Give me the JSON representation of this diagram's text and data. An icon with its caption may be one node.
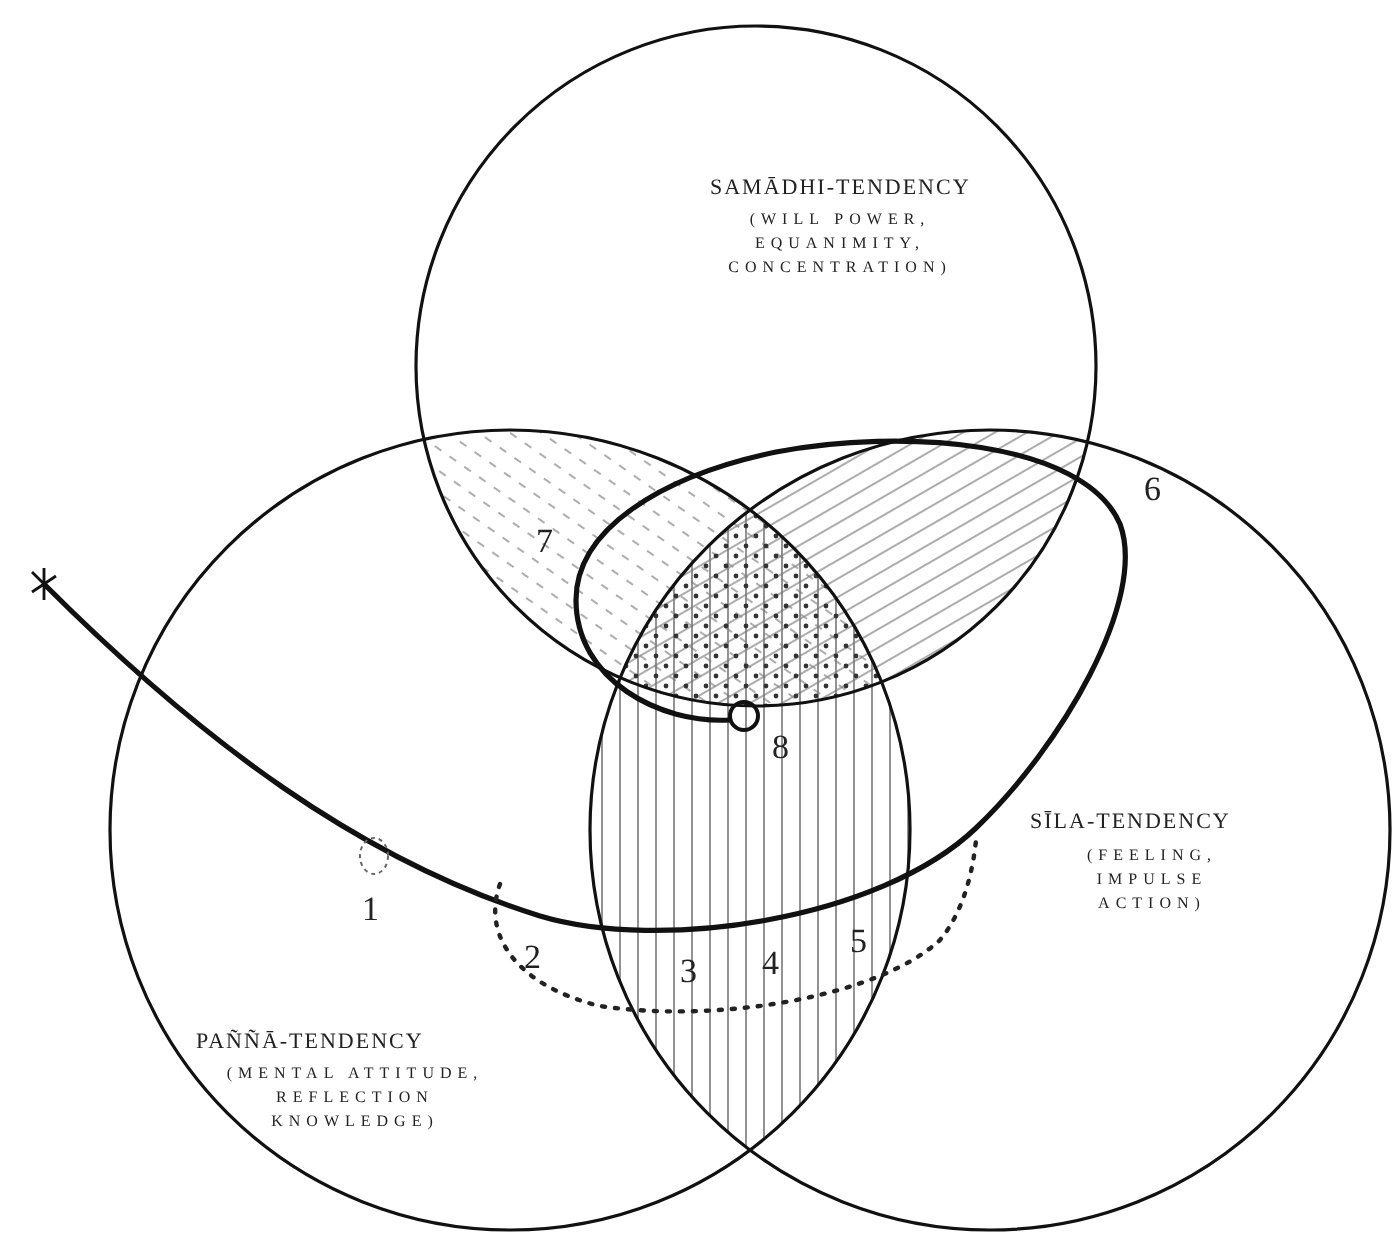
{
  "diagram": {
    "nodes": [
      {
        "text": [
          "SAMĀDHI-TENDENCY",
          "(WILL POWER, EQUANIMITY, CONCENTRATION)"
        ]
      },
      {
        "text": [
          "SĪLA-TENDENCY",
          "(FEELING, IMPULSE ACTION)"
        ]
      },
      {
        "text": [
          "PAÑÑĀ-TENDENCY",
          "(MENTAL ATTITUDE, REFLECTION KNOWLEDGE)"
        ]
      }
    ],
    "edges": [],
    "labels": [
      "7",
      "6",
      "8",
      "1",
      "2",
      "3",
      "4",
      "5"
    ]
  }
}
